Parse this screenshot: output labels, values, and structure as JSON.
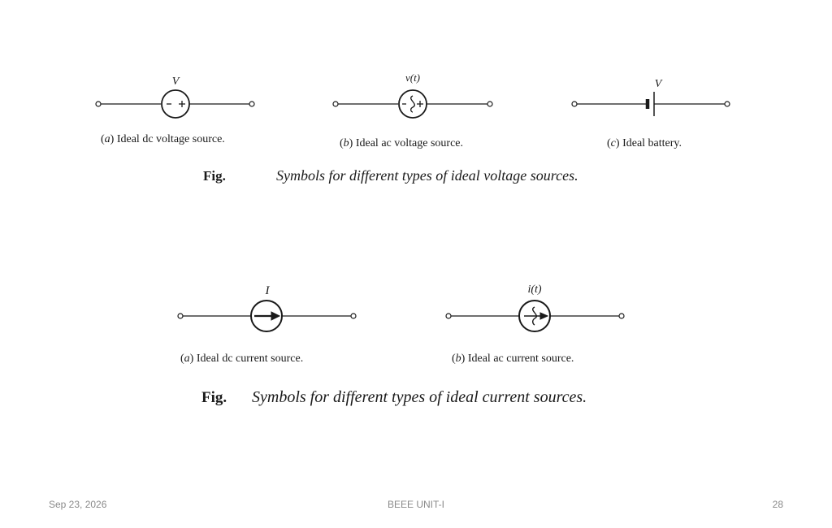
{
  "voltage_sources": {
    "dc_label": "V",
    "dc_caption_letter": "a",
    "dc_caption": "Ideal dc voltage source.",
    "ac_label": "v(t)",
    "ac_caption_letter": "b",
    "ac_caption": "Ideal ac voltage source.",
    "battery_label": "V",
    "battery_caption_letter": "c",
    "battery_caption": "Ideal battery.",
    "fig_prefix": "Fig.",
    "fig_caption": "Symbols for different types of ideal voltage sources."
  },
  "current_sources": {
    "dc_label": "I",
    "dc_caption_letter": "a",
    "dc_caption": "Ideal dc current source.",
    "ac_label": "i(t)",
    "ac_caption_letter": "b",
    "ac_caption": "Ideal ac current source.",
    "fig_prefix": "Fig.",
    "fig_caption": "Symbols for different types of ideal current sources."
  },
  "footer": {
    "date": "Sep 23, 2026",
    "title": "BEEE UNIT-I",
    "page": "28"
  },
  "colors": {
    "ink": "#1a1a1a",
    "footer_text": "#8a8a8a"
  }
}
